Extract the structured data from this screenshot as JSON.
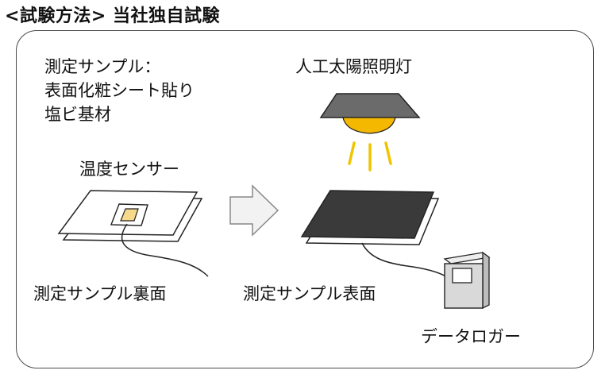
{
  "title": "<試験方法> 当社独自試験",
  "sample_desc": {
    "line1": "測定サンプル：",
    "line2": "表面化粧シート貼り",
    "line3": "塩ビ基材"
  },
  "labels": {
    "temp_sensor": "温度センサー",
    "sample_back": "測定サンプル裏面",
    "sample_front": "測定サンプル表面",
    "lamp": "人工太陽照明灯",
    "data_logger": "データロガー"
  },
  "colors": {
    "lamp_body": "#6b6b6b",
    "lamp_light": "#f5b800",
    "ray": "#f0c400",
    "sample_dark": "#3a3a3a",
    "sensor_fill": "#f6d98a",
    "arrow_fill": "#f2f2f2",
    "logger_fill": "#d9d9d9"
  }
}
